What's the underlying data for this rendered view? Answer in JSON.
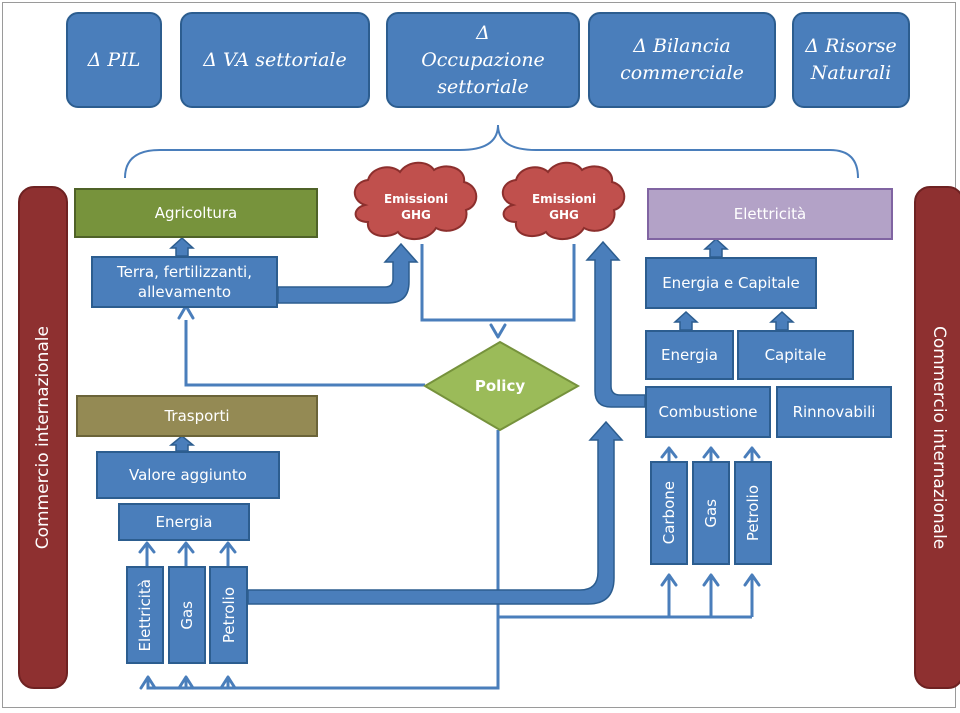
{
  "top_boxes": [
    "Δ PIL",
    "Δ VA settoriale",
    "Δ Occupazione settoriale",
    "Δ Bilancia commerciale",
    "Δ Risorse Naturali"
  ],
  "side_label": "Commercio internazionale",
  "sectors": {
    "agricoltura": "Agricoltura",
    "trasporti": "Trasporti",
    "elettricita": "Elettricità"
  },
  "agri_inputs": "Terra, fertilizzanti, allevamento",
  "transport": {
    "valore_aggiunto": "Valore aggiunto",
    "energia": "Energia",
    "fuels": [
      "Elettricità",
      "Gas",
      "Petrolio"
    ]
  },
  "emissions": [
    "Emissioni GHG",
    "Emissioni GHG"
  ],
  "policy": "Policy",
  "electricity": {
    "energia_capitale": "Energia e Capitale",
    "energia": "Energia",
    "capitale": "Capitale",
    "combustione": "Combustione",
    "rinnovabili": "Rinnovabili",
    "fuels": [
      "Carbone",
      "Gas",
      "Petrolio"
    ]
  },
  "colors": {
    "blue": "#4a7ebb",
    "dark_red": "#8e3030",
    "green_header": "#77933c",
    "olive_header": "#948a54",
    "lavender_header": "#b3a2c7",
    "cloud_red": "#c0504d",
    "policy_green": "#9bbb59"
  }
}
